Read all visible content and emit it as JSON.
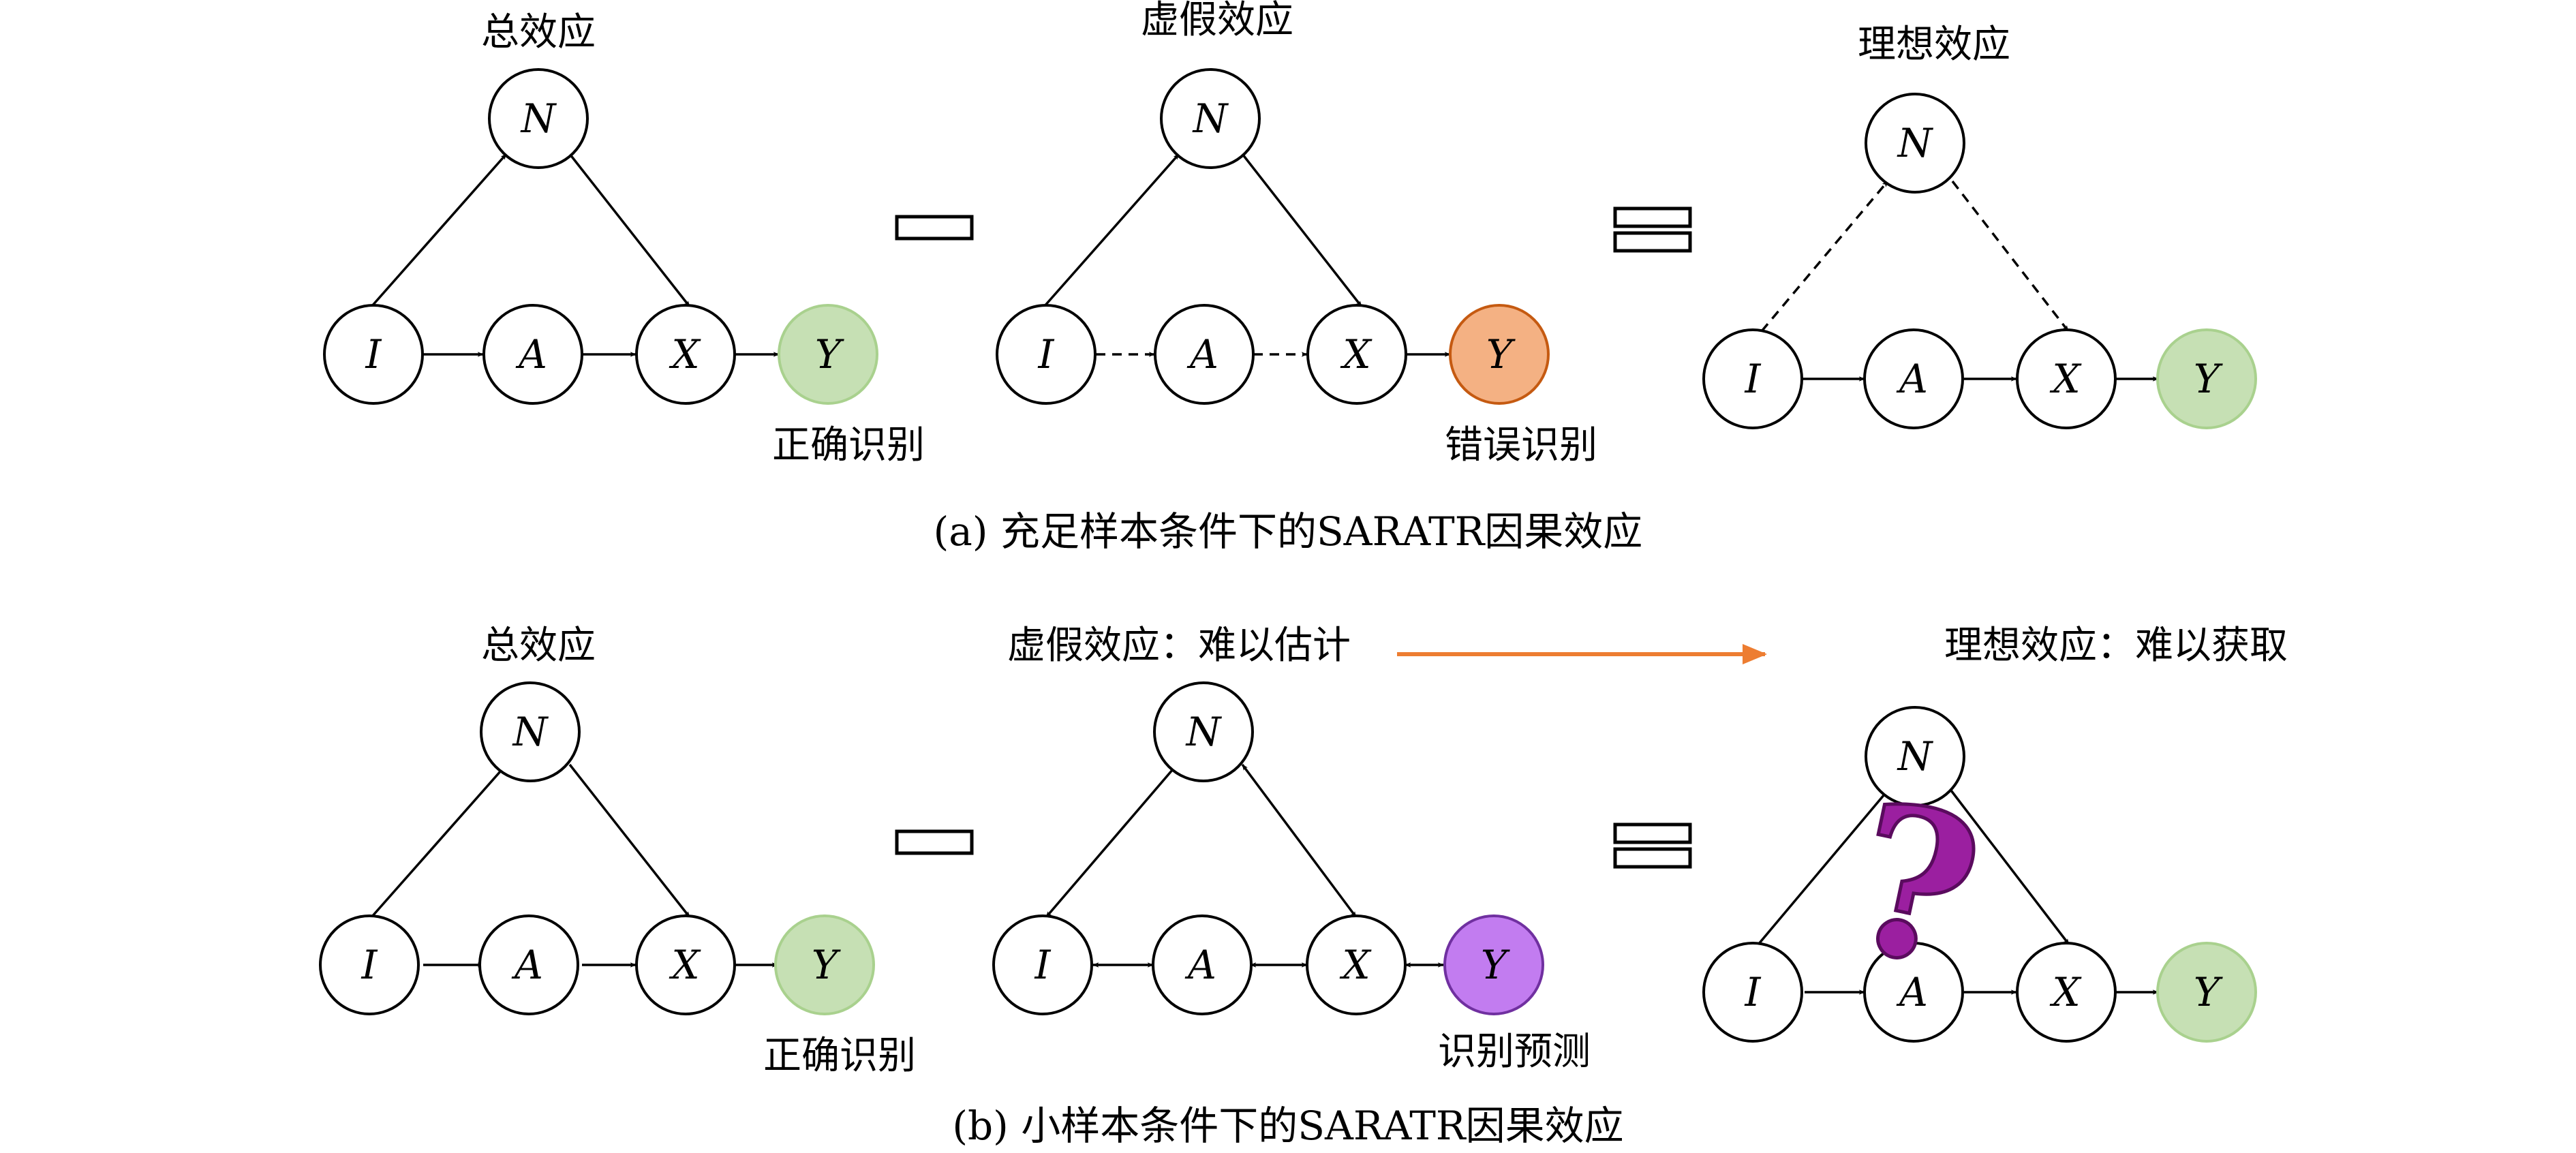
{
  "colors": {
    "correct_fill": "#c6e0b4",
    "wrong_fill": "#f4b183",
    "predict_fill": "#c27cf0",
    "orange_arrow": "#ed7d31",
    "question_mark": "#9b1fa0"
  },
  "node_labels": {
    "I": "I",
    "A": "A",
    "X": "X",
    "N": "N",
    "Y": "Y"
  },
  "row_a": {
    "total_title": "总效应",
    "total_note": "正确识别",
    "spurious_title": "虚假效应",
    "spurious_note": "错误识别",
    "ideal_title": "理想效应",
    "caption": "(a) 充足样本条件下的SARATR因果效应"
  },
  "row_b": {
    "total_title": "总效应",
    "total_note": "正确识别",
    "spurious_title": "虚假效应：难以估计",
    "spurious_note": "识别预测",
    "ideal_title": "理想效应：难以获取",
    "question_icon": "question-mark-icon",
    "caption": "(b) 小样本条件下的SARATR因果效应"
  },
  "operators": {
    "minus": "minus-sign",
    "equals": "equals-sign"
  }
}
